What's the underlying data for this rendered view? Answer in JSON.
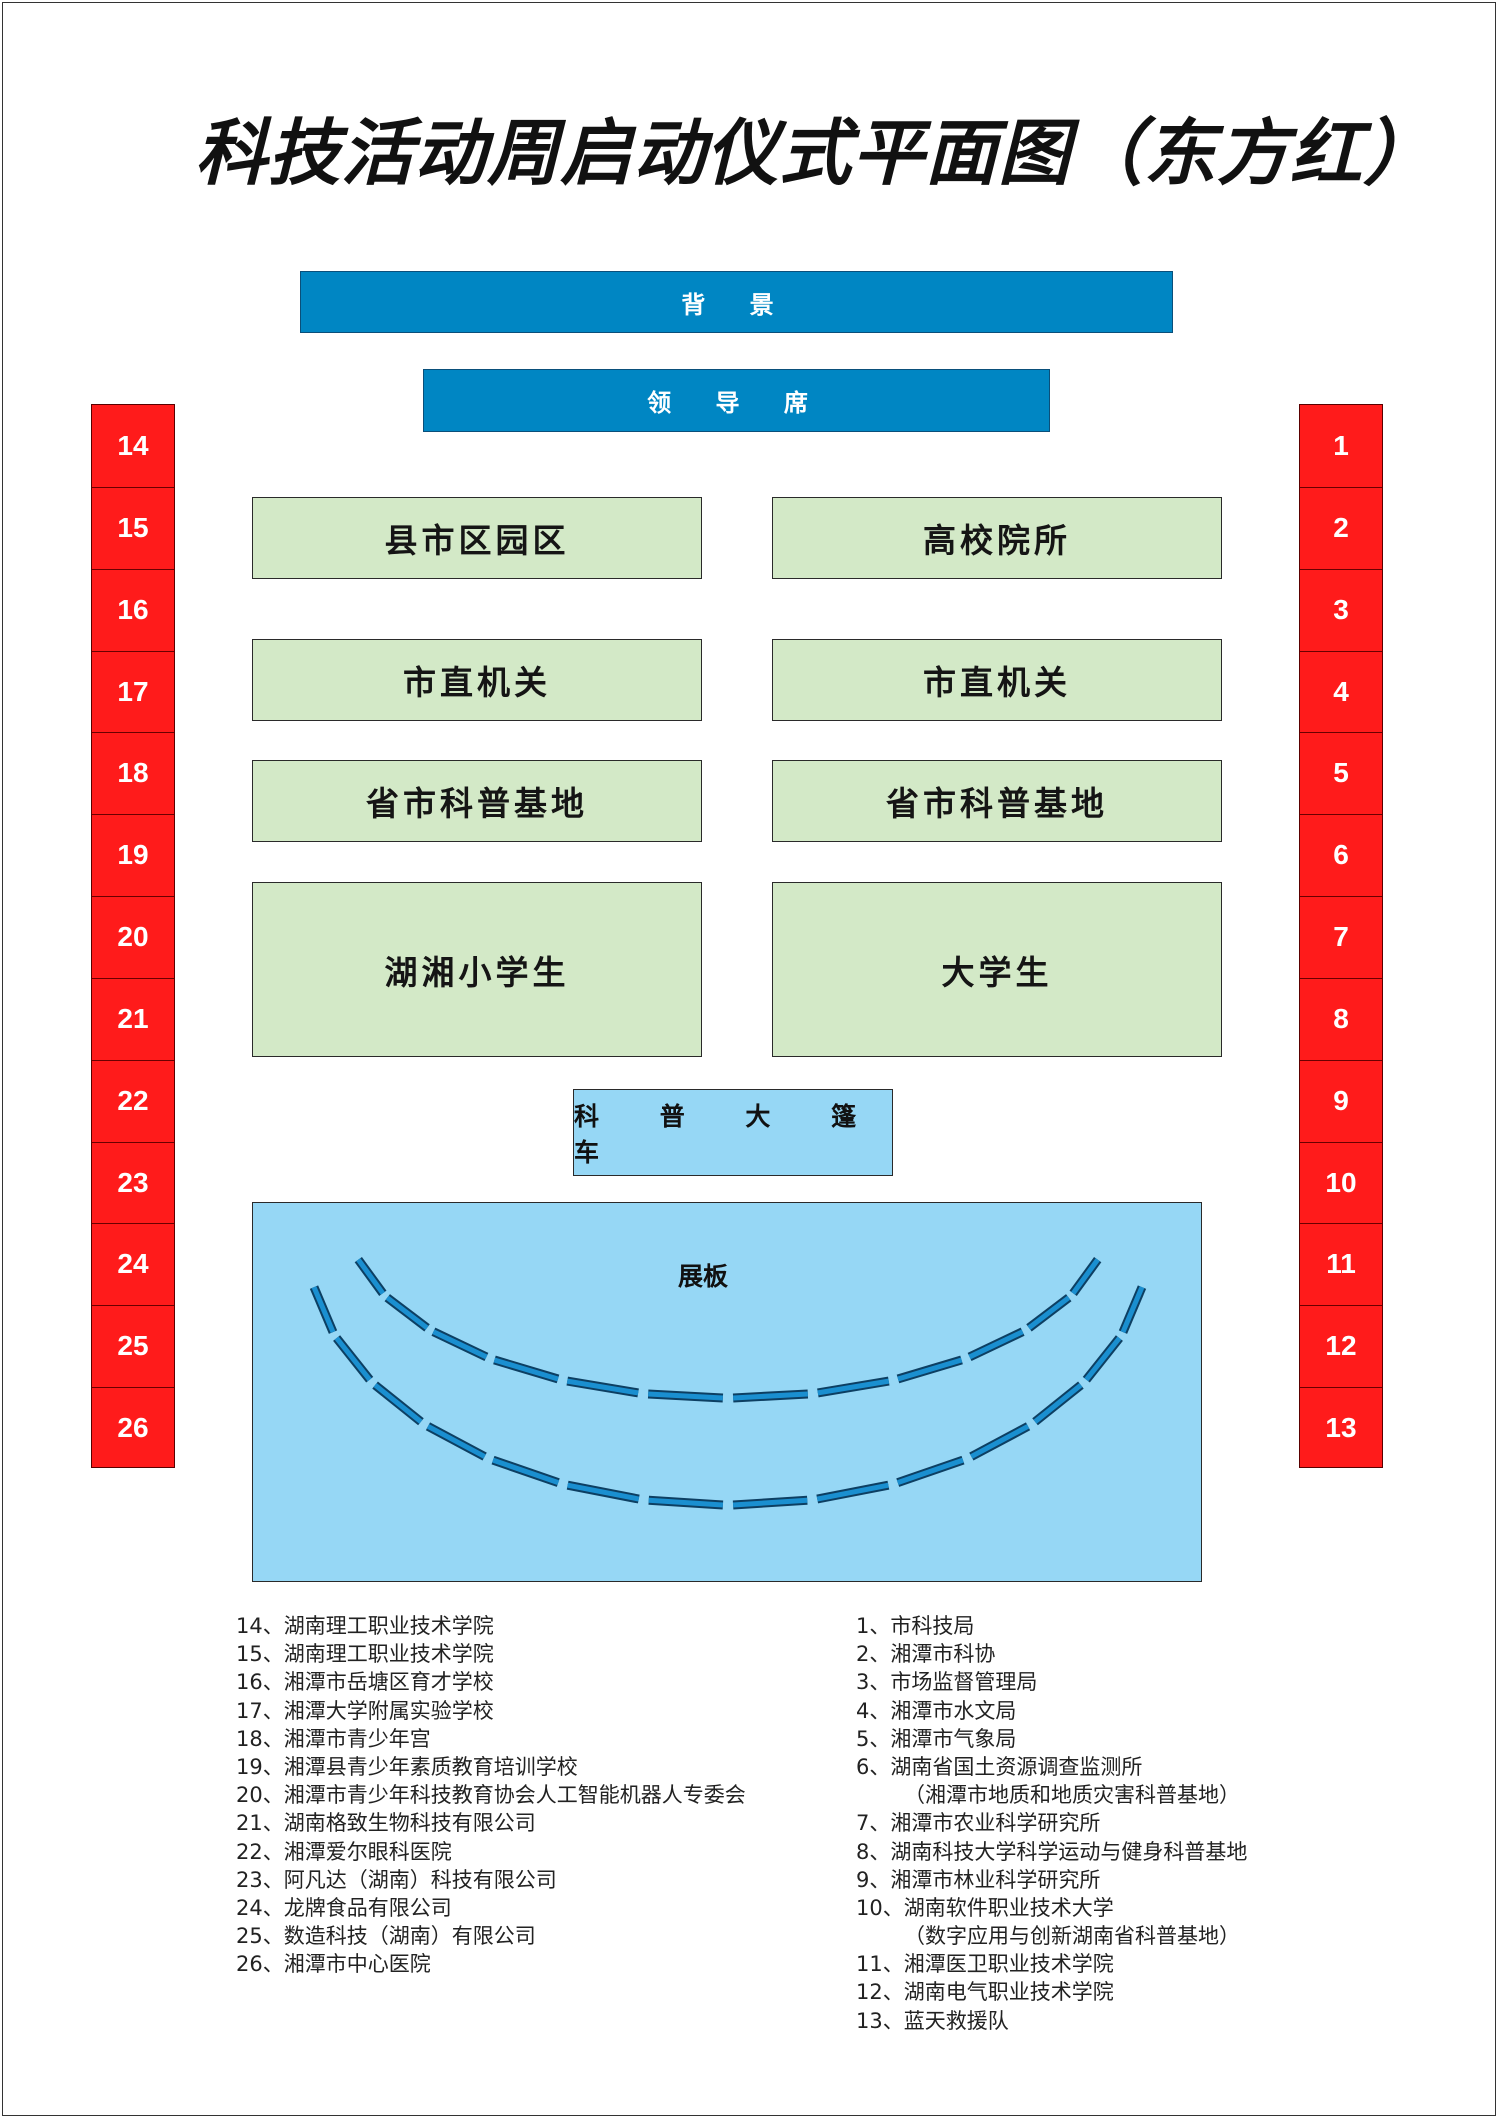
{
  "title": "科技活动周启动仪式平面图（东方红）",
  "backdrop": "背 景",
  "leader_seat": "领 导 席",
  "seating_left": [
    "县市区园区",
    "市直机关",
    "省市科普基地",
    "湖湘小学生"
  ],
  "seating_right": [
    "高校院所",
    "市直机关",
    "省市科普基地",
    "大学生"
  ],
  "tent": "科 普 大 篷 车",
  "exhibit_label": "展板",
  "left_booths": [
    "14",
    "15",
    "16",
    "17",
    "18",
    "19",
    "20",
    "21",
    "22",
    "23",
    "24",
    "25",
    "26"
  ],
  "right_booths": [
    "1",
    "2",
    "3",
    "4",
    "5",
    "6",
    "7",
    "8",
    "9",
    "10",
    "11",
    "12",
    "13"
  ],
  "legend_left": [
    "14、湖南理工职业技术学院",
    "15、湖南理工职业技术学院",
    "16、湘潭市岳塘区育才学校",
    "17、湘潭大学附属实验学校",
    "18、湘潭市青少年宫",
    "19、湘潭县青少年素质教育培训学校",
    "20、湘潭市青少年科技教育协会人工智能机器人专委会",
    "21、湖南格致生物科技有限公司",
    "22、湘潭爱尔眼科医院",
    "23、阿凡达（湖南）科技有限公司",
    "24、龙牌食品有限公司",
    "25、数造科技（湖南）有限公司",
    "26、湘潭市中心医院"
  ],
  "legend_right": [
    "1、市科技局",
    "2、湘潭市科协",
    "3、市场监督管理局",
    "4、湘潭市水文局",
    "5、湘潭市气象局",
    "6、湖南省国土资源调查监测所",
    "（湘潭市地质和地质灾害科普基地）",
    "7、湘潭市农业科学研究所",
    "8、湖南科技大学科学运动与健身科普基地",
    "9、湘潭市林业科学研究所",
    "10、湖南软件职业技术大学",
    "（数字应用与创新湖南省科普基地）",
    "11、湘潭医卫职业技术学院",
    "12、湖南电气职业技术学院",
    "13、蓝天救援队"
  ],
  "colors": {
    "blue_bar": "#0086c3",
    "green_zone": "#d3e9c7",
    "light_blue": "#96d7f5",
    "booth_red": "#ff1b1b"
  }
}
